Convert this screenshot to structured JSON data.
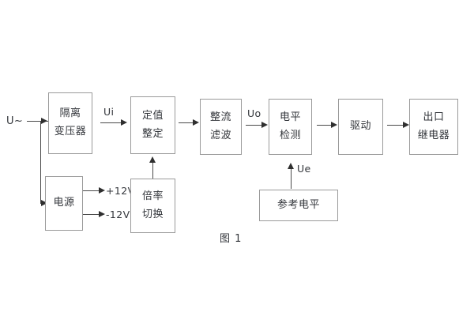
{
  "figure": {
    "caption": "图 1",
    "type": "block-diagram",
    "colors": {
      "background": "#ffffff",
      "block_border": "#9a9a9a",
      "connector": "#4a4a4a",
      "text": "#33363b"
    }
  },
  "blocks": [
    {
      "id": "isolation-transformer",
      "lines": [
        "隔离",
        "变压器"
      ]
    },
    {
      "id": "setting-value",
      "lines": [
        "定值",
        "整定"
      ]
    },
    {
      "id": "rectify-filter",
      "lines": [
        "整流",
        "滤波"
      ]
    },
    {
      "id": "level-detect",
      "lines": [
        "电平",
        "检测"
      ]
    },
    {
      "id": "drive",
      "lines": [
        "驱动"
      ]
    },
    {
      "id": "output-relay",
      "lines": [
        "出口",
        "继电器"
      ]
    },
    {
      "id": "power-supply",
      "lines": [
        "电源"
      ]
    },
    {
      "id": "multiplier-switch",
      "lines": [
        "倍率",
        "切换"
      ]
    },
    {
      "id": "reference-level",
      "lines": [
        "参考电平"
      ]
    }
  ],
  "labels": {
    "input_source": "U~",
    "signal_ui": "Ui",
    "signal_uo": "Uo",
    "signal_ue": "Ue",
    "rail_positive": "+12V",
    "rail_negative": "-12V"
  }
}
